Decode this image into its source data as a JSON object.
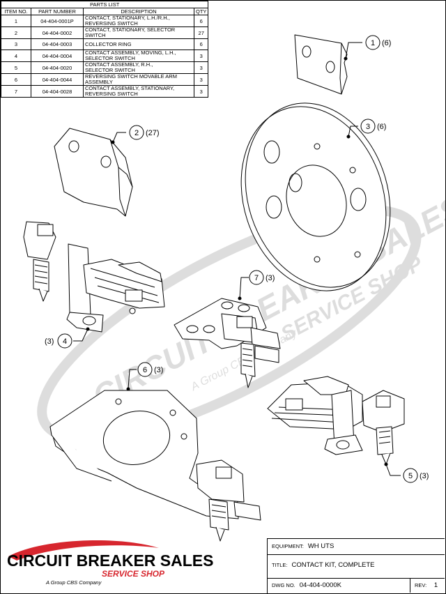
{
  "parts_list": {
    "title": "PARTS LIST",
    "headers": [
      "ITEM NO.",
      "PART NUMBER",
      "DESCRIPTION",
      "QTY"
    ],
    "rows": [
      {
        "item": "1",
        "part": "04-404-0001P",
        "desc1": "CONTACT, STATIONARY, L.H./R.H.,",
        "desc2": "REVERSING SWITCH",
        "qty": "6"
      },
      {
        "item": "2",
        "part": "04-404-0002",
        "desc1": "CONTACT, STATIONARY, SELECTOR SWITCH",
        "desc2": "",
        "qty": "27"
      },
      {
        "item": "3",
        "part": "04-404-0003",
        "desc1": "COLLECTOR RING",
        "desc2": "",
        "qty": "6"
      },
      {
        "item": "4",
        "part": "04-404-0004",
        "desc1": "CONTACT ASSEMBLY, MOVING, L.H.,",
        "desc2": "SELECTOR SWITCH",
        "qty": "3"
      },
      {
        "item": "5",
        "part": "04-404-0020",
        "desc1": "CONTACT ASSEMBLY, R.H.,",
        "desc2": "SELECTOR SWITCH",
        "qty": "3"
      },
      {
        "item": "6",
        "part": "04-404-0044",
        "desc1": "REVERSING SWITCH MOVABLE ARM",
        "desc2": "ASSEMBLY",
        "qty": "3"
      },
      {
        "item": "7",
        "part": "04-404-0028",
        "desc1": "CONTACT ASSEMBLY, STATIONARY,",
        "desc2": "REVERSING SWITCH",
        "qty": "3"
      }
    ]
  },
  "callouts": [
    {
      "num": "1",
      "qty": "(6)"
    },
    {
      "num": "2",
      "qty": "(27)"
    },
    {
      "num": "3",
      "qty": "(6)"
    },
    {
      "num": "4",
      "qty": "(3)"
    },
    {
      "num": "5",
      "qty": "(3)"
    },
    {
      "num": "6",
      "qty": "(3)"
    },
    {
      "num": "7",
      "qty": "(3)"
    }
  ],
  "watermark": {
    "line1": "CIRCUIT BREAKER SALES",
    "line2": "SERVICE SHOP",
    "tag": "A Group CBS Company"
  },
  "logo": {
    "name": "CIRCUIT BREAKER SALES",
    "sub": "SERVICE SHOP",
    "tag": "A Group CBS Company",
    "red": "#d7262e"
  },
  "title_block": {
    "equipment_label": "EQUIPMENT:",
    "equipment": "WH UTS",
    "title_label": "TITLE:",
    "title": "CONTACT KIT, COMPLETE",
    "dwg_label": "DWG NO.",
    "dwg": "04-404-0000K",
    "rev_label": "REV:",
    "rev": "1"
  }
}
